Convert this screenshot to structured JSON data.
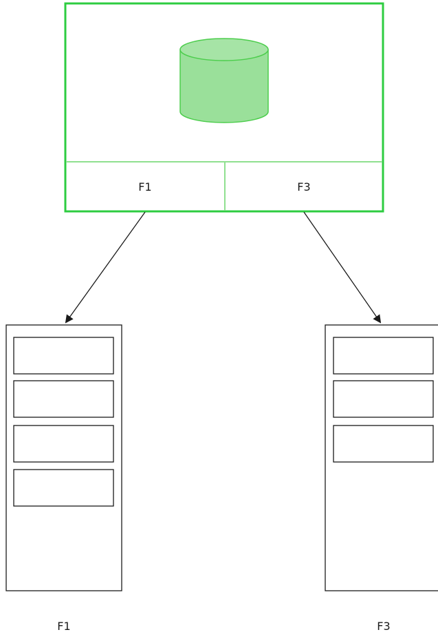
{
  "source_box": {
    "fields": [
      "F1",
      "F3"
    ],
    "icon": "database-cylinder-icon"
  },
  "targets": [
    {
      "label": "F1",
      "slot_count": 4
    },
    {
      "label": "F3",
      "slot_count": 3
    }
  ],
  "colors": {
    "source_border": "#2ecc40",
    "divider": "#8fe08f",
    "cylinder_fill": "#9ae09a",
    "cylinder_stroke": "#4ccd4c",
    "line": "#1a1a1a"
  }
}
